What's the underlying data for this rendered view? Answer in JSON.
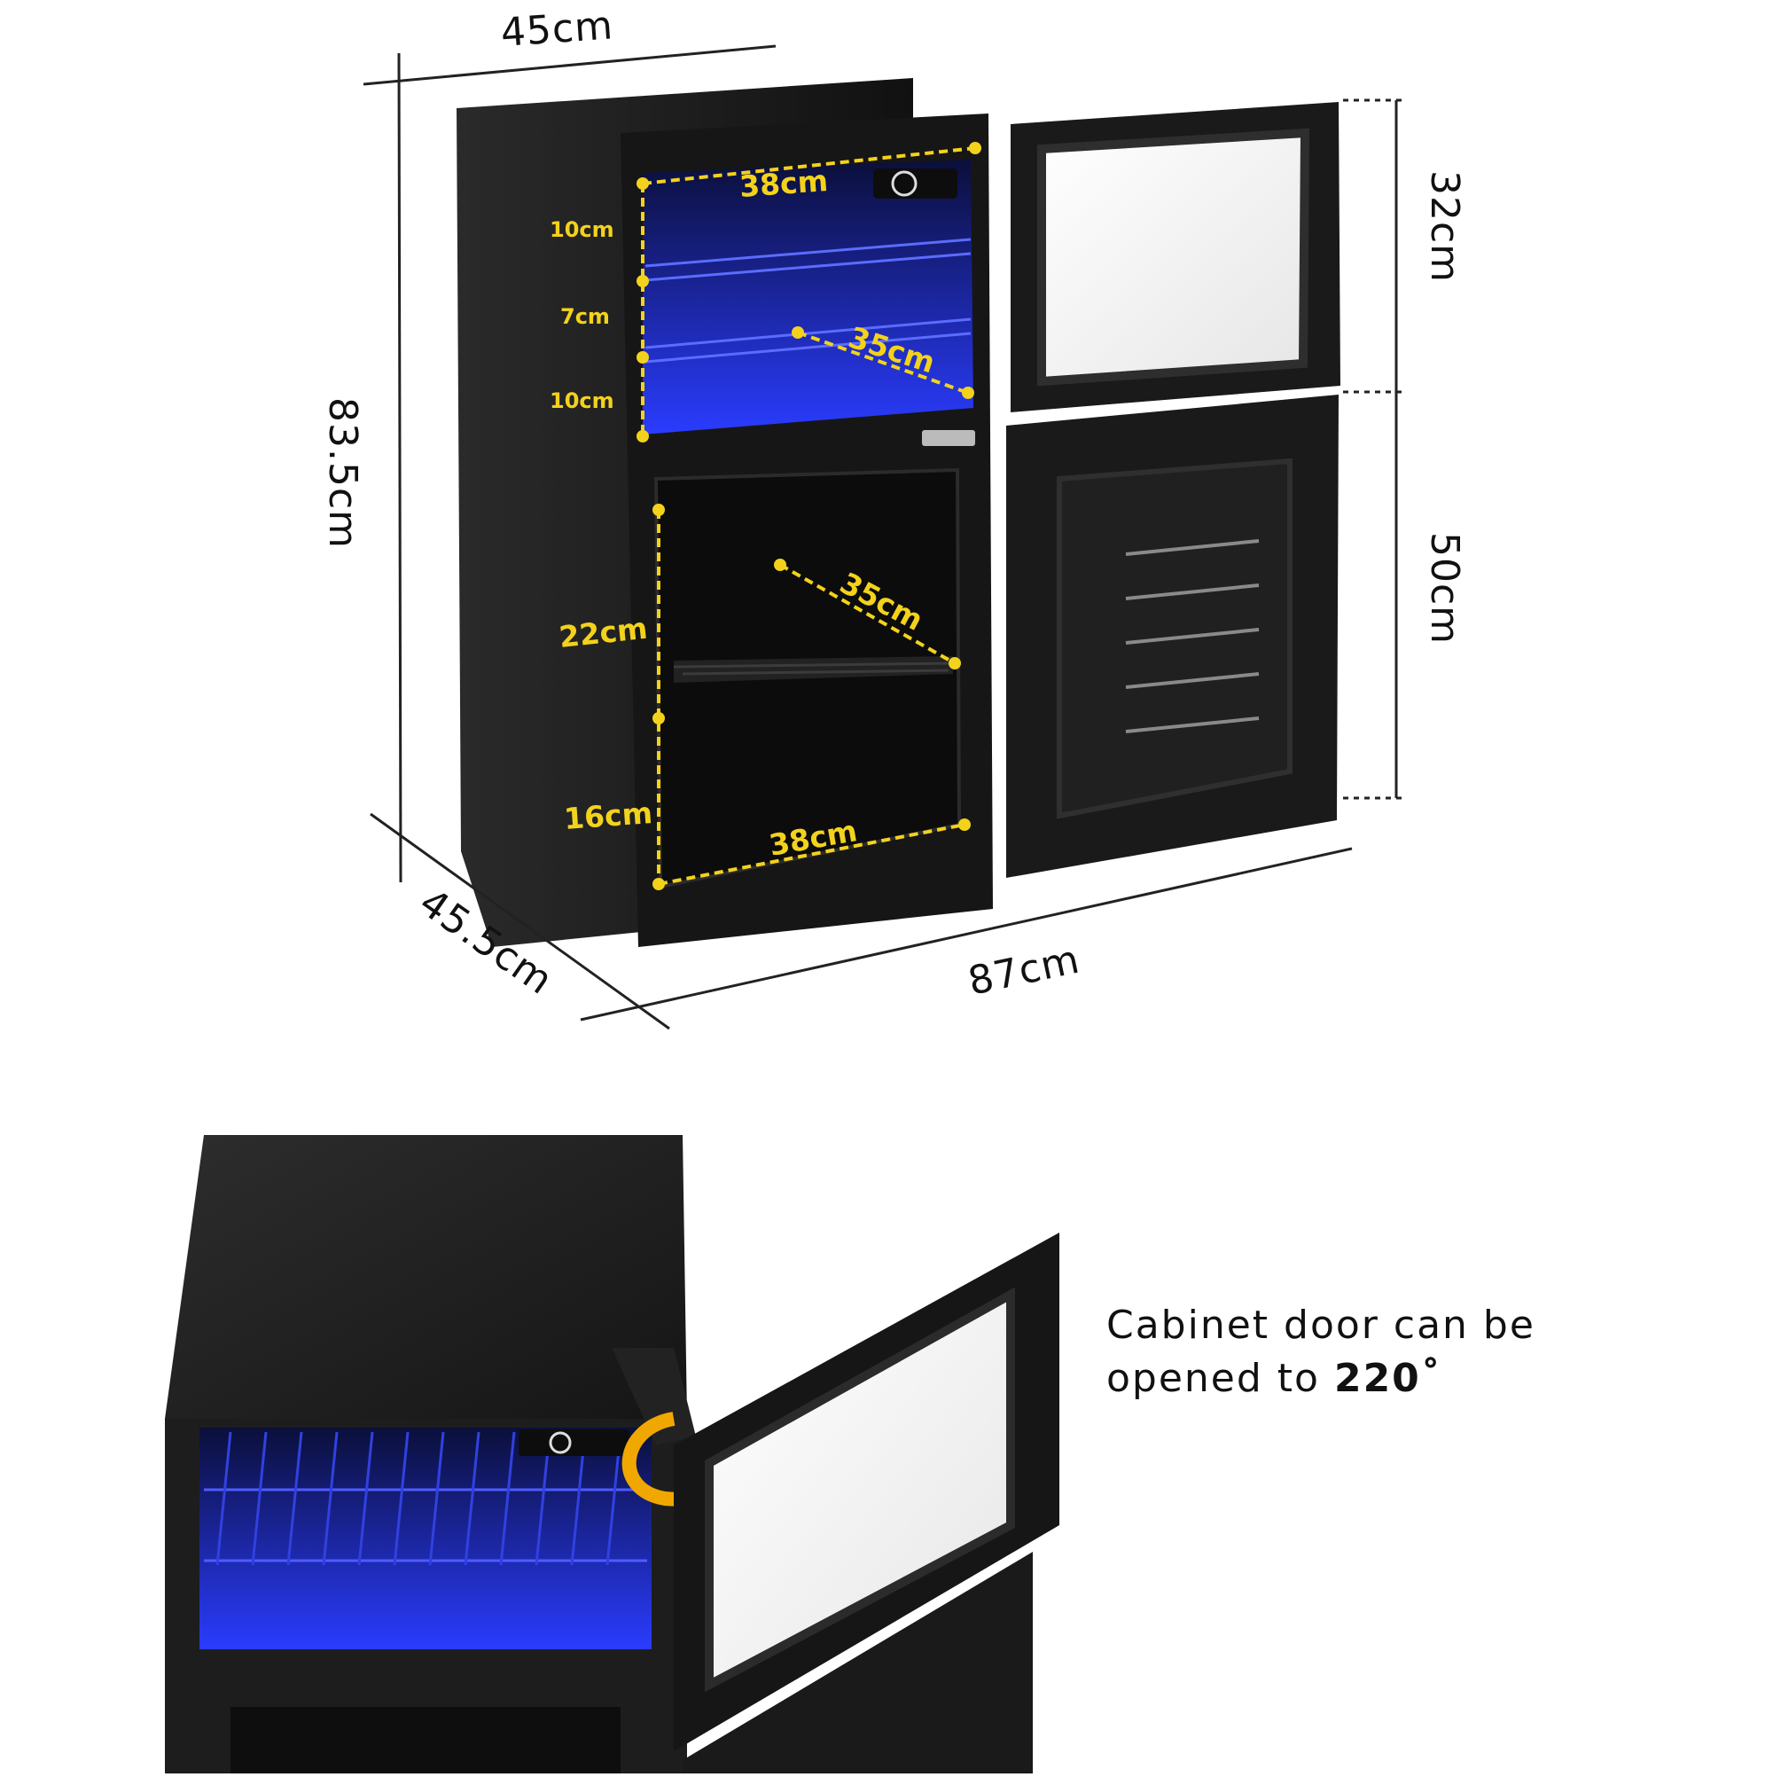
{
  "dimensions": {
    "top_width": "45cm",
    "height": "83.5cm",
    "depth": "45.5cm",
    "total_width_open": "87cm",
    "upper_door_height": "32cm",
    "lower_door_height": "50cm"
  },
  "upper_compartment": {
    "width": "38cm",
    "depth": "35cm",
    "shelf_gap_1": "10cm",
    "shelf_gap_2": "7cm",
    "shelf_gap_3": "10cm"
  },
  "lower_compartment": {
    "width": "38cm",
    "depth": "35cm",
    "upper_height": "22cm",
    "lower_height": "16cm"
  },
  "caption": {
    "line1": "Cabinet door can be",
    "line2_prefix": "opened to ",
    "line2_bold": "220˚"
  },
  "colors": {
    "cabinet_body": "#141414",
    "measurement_yellow": "#f3d21c",
    "led_blue": "#2a3cff",
    "rotate_arrow": "#f0a800"
  }
}
